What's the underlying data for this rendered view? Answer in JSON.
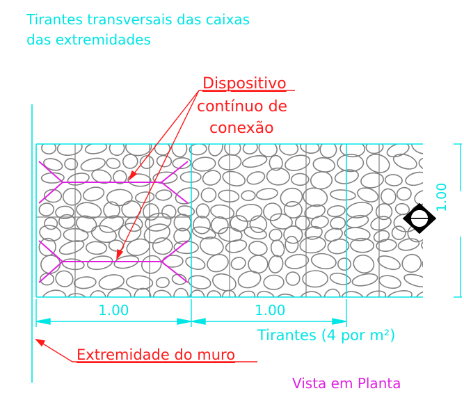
{
  "title": {
    "line1": "Tirantes transversais das caixas",
    "line2": "das extremidades"
  },
  "callouts": {
    "device_line1": "Dispositivo",
    "device_line2": "contínuo de",
    "device_line3": "conexão",
    "wall_end": "Extremidade do muro"
  },
  "dimensions": {
    "box1_width": "1.00",
    "box2_width": "1.00",
    "height": "1.00"
  },
  "notes": {
    "ties": "Tirantes (4 por m²)",
    "view": "Vista em Planta"
  },
  "colors": {
    "cyan": "#00e5e5",
    "red": "#ff1a1a",
    "magenta": "#e020e0",
    "stone_outline": "#808080",
    "background": "#ffffff"
  }
}
